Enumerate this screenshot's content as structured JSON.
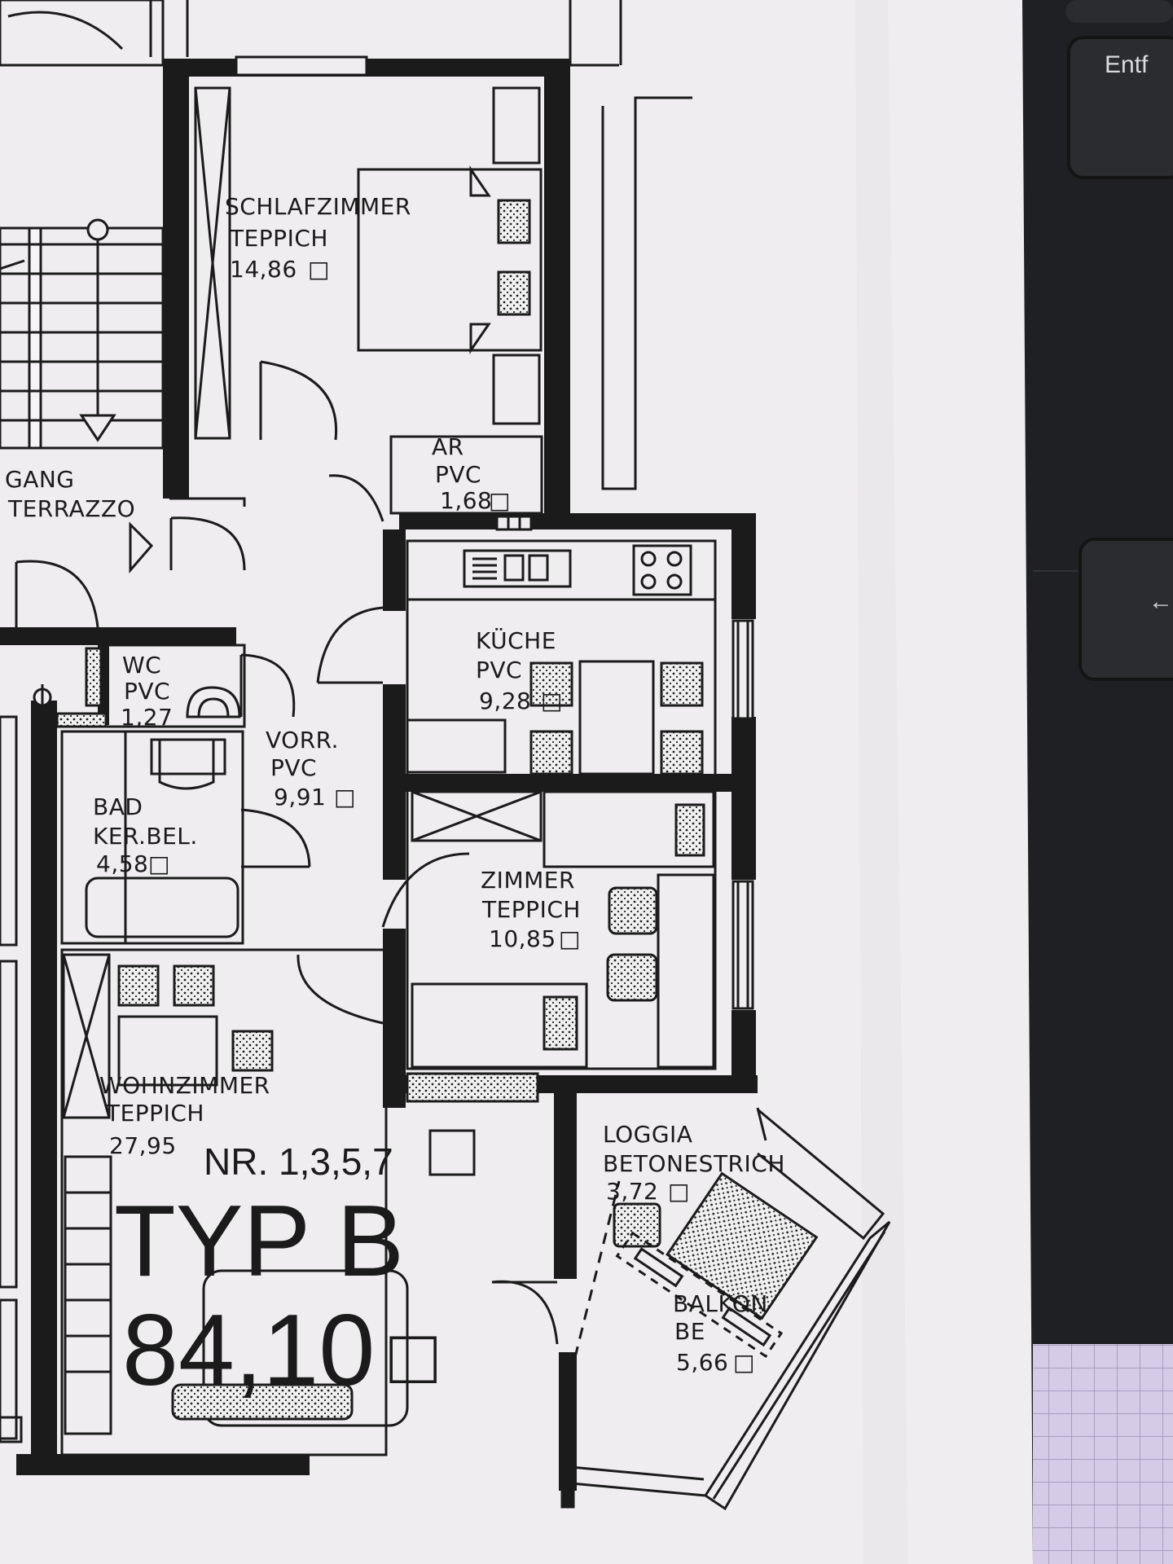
{
  "rooms": {
    "schlafzimmer": {
      "name": "SCHLAFZIMMER",
      "floor": "TEPPICH",
      "area": "14,86"
    },
    "ar": {
      "name": "AR",
      "floor": "PVC",
      "area": "1,68"
    },
    "gang": {
      "name": "GANG",
      "floor": "TERRAZZO"
    },
    "kueche": {
      "name": "KÜCHE",
      "floor": "PVC",
      "area": "9,28"
    },
    "wc": {
      "name": "WC",
      "floor": "PVC",
      "area": "1,27"
    },
    "vorraum": {
      "name": "VORR.",
      "floor": "PVC",
      "area": "9,91"
    },
    "bad": {
      "name": "BAD",
      "floor": "KER.BEL.",
      "area": "4,58"
    },
    "zimmer": {
      "name": "ZIMMER",
      "floor": "TEPPICH",
      "area": "10,85"
    },
    "wohnzimmer": {
      "name": "WOHNZIMMER",
      "floor": "TEPPICH",
      "area": "27,95"
    },
    "loggia": {
      "name": "LOGGIA",
      "floor": "BETONESTRICH",
      "area": "3,72"
    },
    "balkon": {
      "name": "BALKON",
      "floor": "BE",
      "area": "5,66"
    }
  },
  "unit": {
    "numbers": "NR. 1,3,5,7",
    "type": "TYP B",
    "total_area": "84,10"
  },
  "area_unit_symbol": "□",
  "keyboard": {
    "key_entf": "Entf",
    "key_arrow": "←"
  },
  "colors": {
    "paper": "#efedef",
    "ink": "#1b1b1b",
    "keyboard": "#1f2023",
    "grid_paper": "#d5cbe6"
  }
}
